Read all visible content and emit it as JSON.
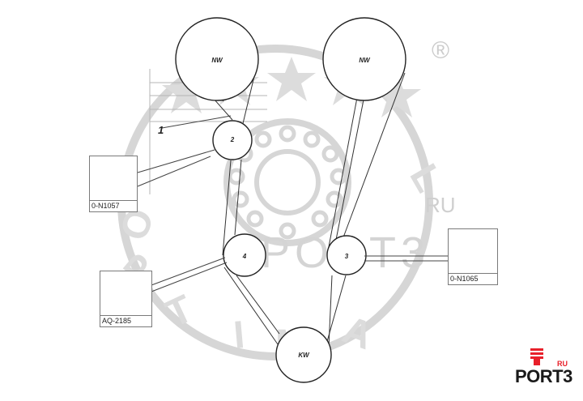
{
  "pulleys": {
    "nw_left": "NW",
    "nw_right": "NW",
    "idler_2": "2",
    "pulley_3": "3",
    "pulley_4": "4",
    "kw": "KW"
  },
  "callout_label": "1",
  "parts": [
    {
      "code": "0-N1057"
    },
    {
      "code": "0-N1065"
    },
    {
      "code": "AQ-2185"
    }
  ],
  "watermark": {
    "registered": "®",
    "port_text": "PORT3",
    "ru": "RU"
  },
  "logo": {
    "text": "PORT3",
    "ru": "RU",
    "accent_color": "#e8202a",
    "text_color": "#1a1a1a"
  },
  "colors": {
    "line": "#2a2a2a",
    "watermark": "#d8d8d8"
  }
}
